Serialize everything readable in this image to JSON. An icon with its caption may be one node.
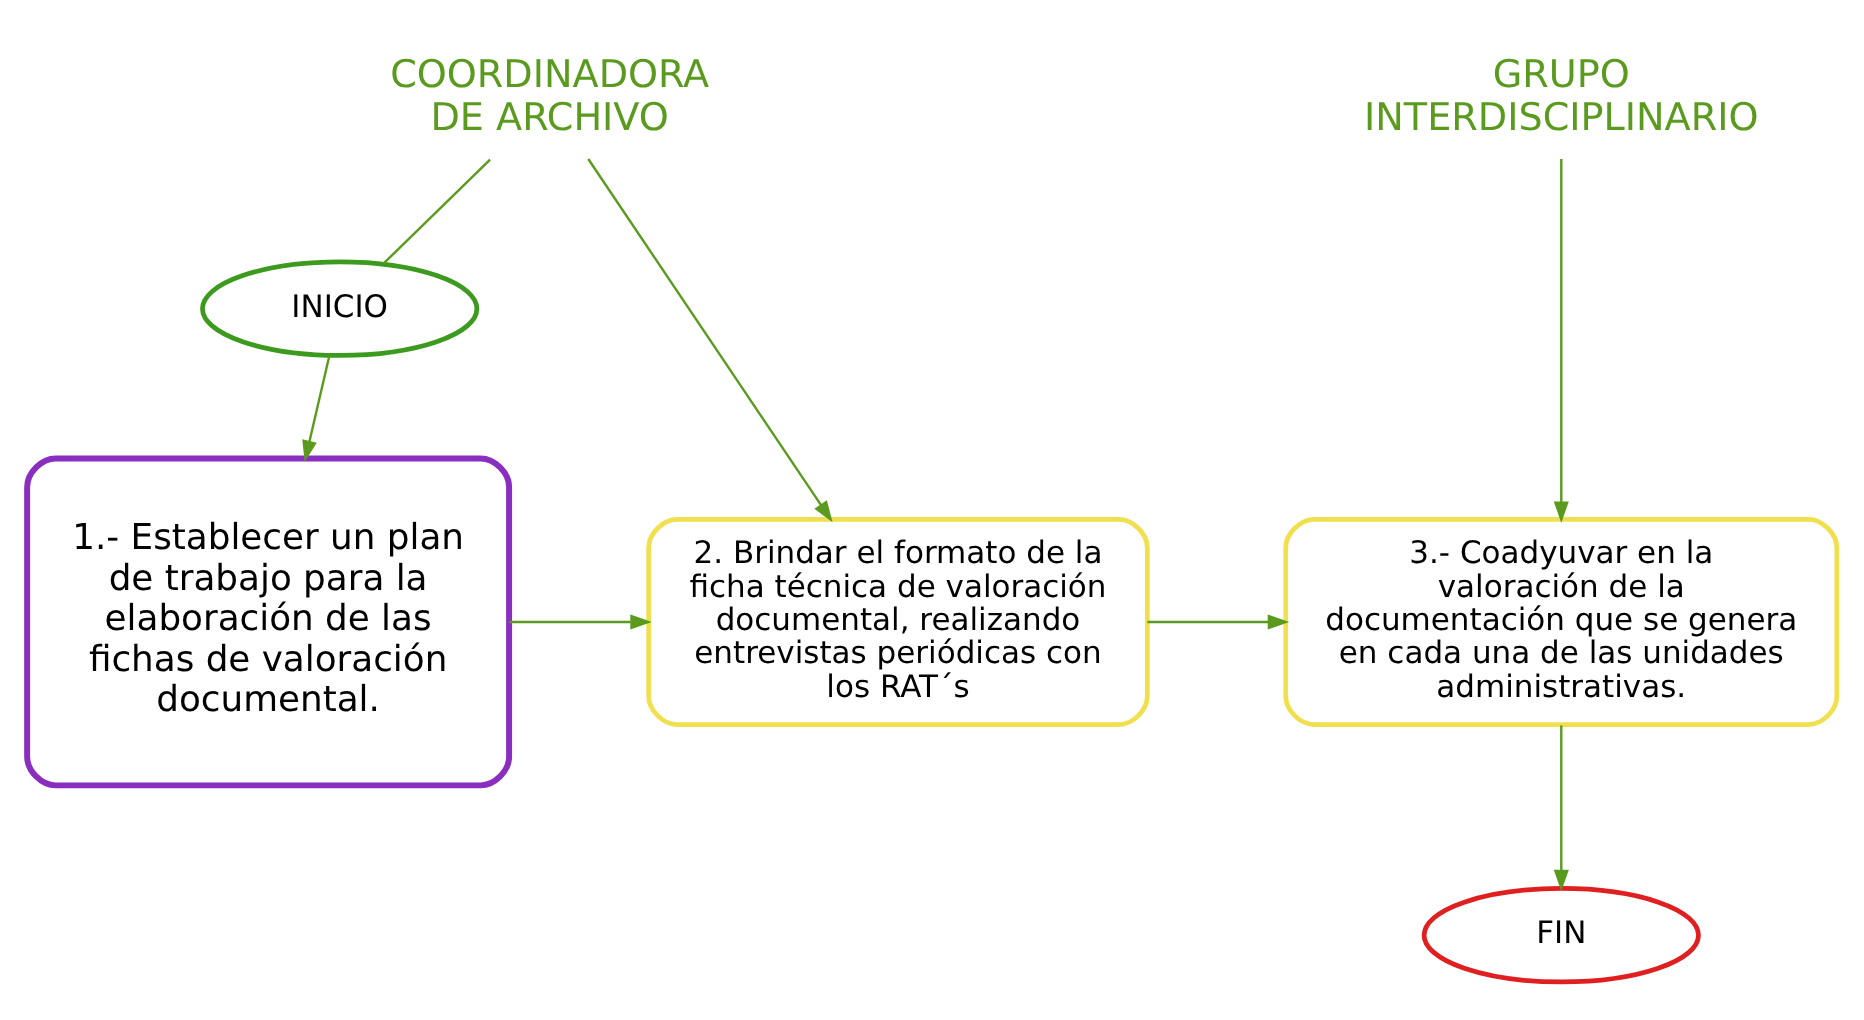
{
  "diagram": {
    "nodes": [
      {
        "text": [
          "COORDINADORA DE ARCHIVO"
        ]
      },
      {
        "text": [
          "GRUPO INTERDISCIPLINARIO"
        ]
      },
      {
        "text": [
          "INICIO"
        ]
      },
      {
        "text": [
          "1.- Establecer un plan de trabajo para la elaboración de las fichas de valoración documental."
        ]
      },
      {
        "text": [
          "2. Brindar el formato de la ficha técnica de valoración documental, realizando entrevistas periódicas con los RAT´s"
        ]
      },
      {
        "text": [
          "3.- Coadyuvar en la valoración de la documentación que se genera en cada una de las unidades administrativas."
        ]
      },
      {
        "text": [
          "FIN"
        ]
      }
    ],
    "edges": [
      {
        "from": 0,
        "to": 2,
        "arrow": "none"
      },
      {
        "from": 0,
        "to": 4,
        "arrow": "to"
      },
      {
        "from": 1,
        "to": 5,
        "arrow": "to"
      },
      {
        "from": 2,
        "to": 3,
        "arrow": "to"
      },
      {
        "from": 3,
        "to": 4,
        "arrow": "to"
      },
      {
        "from": 4,
        "to": 5,
        "arrow": "to"
      },
      {
        "from": 5,
        "to": 6,
        "arrow": "to"
      }
    ]
  }
}
